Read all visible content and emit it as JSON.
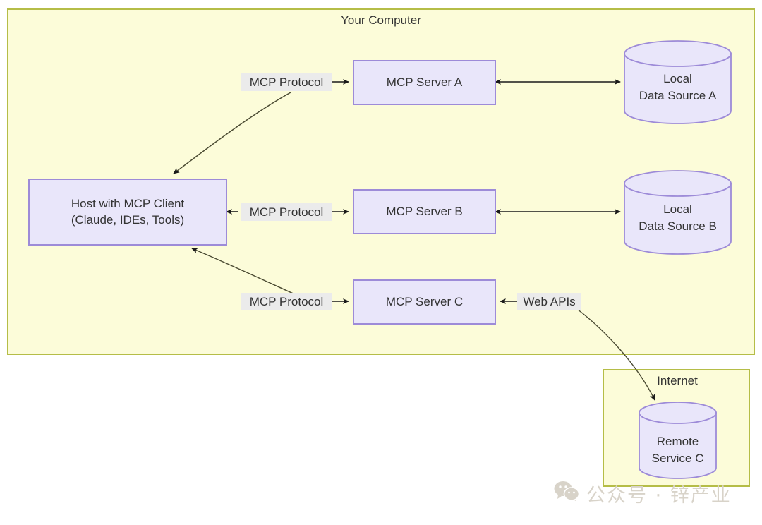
{
  "diagram": {
    "zones": [
      {
        "name": "your-computer",
        "label": "Your Computer"
      },
      {
        "name": "internet",
        "label": "Internet"
      }
    ],
    "nodes": [
      {
        "name": "host",
        "label_line1": "Host with MCP Client",
        "label_line2": "(Claude, IDEs, Tools)"
      },
      {
        "name": "mcp-server-a",
        "label": "MCP Server A"
      },
      {
        "name": "mcp-server-b",
        "label": "MCP Server B"
      },
      {
        "name": "mcp-server-c",
        "label": "MCP Server C"
      },
      {
        "name": "local-data-source-a",
        "label_line1": "Local",
        "label_line2": "Data Source A"
      },
      {
        "name": "local-data-source-b",
        "label_line1": "Local",
        "label_line2": "Data Source B"
      },
      {
        "name": "remote-service-c",
        "label_line1": "Remote",
        "label_line2": "Service C"
      }
    ],
    "edge_labels": [
      {
        "name": "mcp-protocol-a",
        "label": "MCP Protocol"
      },
      {
        "name": "mcp-protocol-b",
        "label": "MCP Protocol"
      },
      {
        "name": "mcp-protocol-c",
        "label": "MCP Protocol"
      },
      {
        "name": "web-apis",
        "label": "Web APIs"
      }
    ],
    "colors": {
      "zone_fill": "#fcfcd9",
      "zone_border": "#b5bd47",
      "node_fill": "#e9e6fa",
      "node_border": "#9d8bd8",
      "edge_label_bg": "#ebebeb",
      "text": "#333333",
      "arrow": "#1a1a1a",
      "watermark": "#d8d3c9"
    }
  },
  "watermark": {
    "text": "公众号 · 锌产业",
    "icon": "wechat-icon"
  }
}
